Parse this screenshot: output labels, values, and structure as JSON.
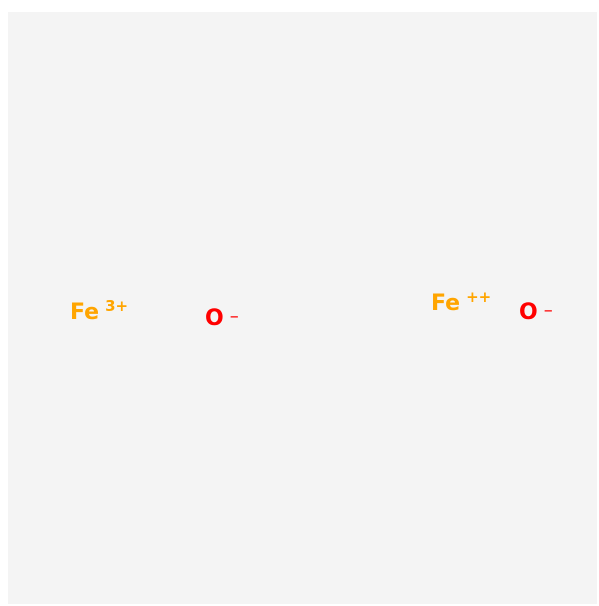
{
  "colors": {
    "background": "#f4f4f4",
    "iron": "#ffa500",
    "oxygen": "#ff0000"
  },
  "ions": [
    {
      "symbol": "Fe",
      "charge": "3+",
      "color": "#ffa500"
    },
    {
      "symbol": "O",
      "charge": "–",
      "color": "#ff0000"
    },
    {
      "symbol": "Fe",
      "charge": "++",
      "color": "#ffa500"
    },
    {
      "symbol": "O",
      "charge": "–",
      "color": "#ff0000"
    }
  ]
}
